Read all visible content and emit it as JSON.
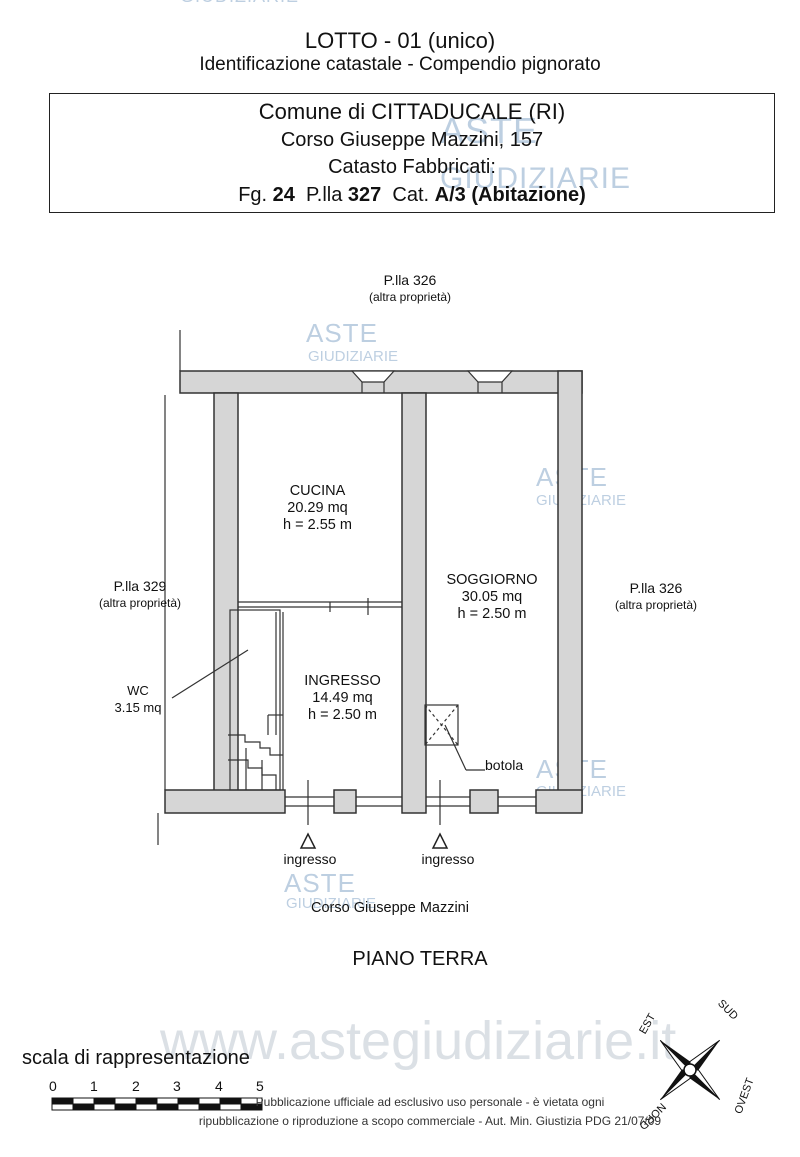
{
  "header": {
    "title": "LOTTO - 01 (unico)",
    "subtitle": "Identificazione catastale - Compendio pignorato"
  },
  "info_box": {
    "comune": "Comune di CITTADUCALE (RI)",
    "indirizzo": "Corso Giuseppe Mazzini, 157",
    "catasto": "Catasto  Fabbricati:",
    "fg_label": "Fg.",
    "fg_value": "24",
    "plla_label": "P.lla",
    "plla_value": "327",
    "cat_label": "Cat.",
    "cat_value": "A/3 (Abitazione)"
  },
  "neighbors": {
    "north_parcel": "P.lla 326",
    "north_note": "(altra proprietà)",
    "west_parcel": "P.lla 329",
    "west_note": "(altra proprietà)",
    "east_parcel": "P.lla 326",
    "east_note": "(altra proprietà)"
  },
  "rooms": {
    "cucina": {
      "name": "CUCINA",
      "area": "20.29 mq",
      "height": "h = 2.55 m"
    },
    "soggiorno": {
      "name": "SOGGIORNO",
      "area": "30.05 mq",
      "height": "h = 2.50 m"
    },
    "ingresso": {
      "name": "INGRESSO",
      "area": "14.49 mq",
      "height": "h = 2.50 m"
    },
    "wc": {
      "name": "WC",
      "area": "3.15 mq"
    }
  },
  "annotations": {
    "botola": "botola",
    "ingresso_left": "ingresso",
    "ingresso_right": "ingresso",
    "street": "Corso Giuseppe Mazzini",
    "floor": "PIANO TERRA"
  },
  "scale": {
    "title": "scala di rappresentazione",
    "ticks": [
      "0",
      "1",
      "2",
      "3",
      "4",
      "5"
    ]
  },
  "compass": {
    "nord": "NORD",
    "sud": "SUD",
    "est": "EST",
    "ovest": "OVEST"
  },
  "watermark": {
    "brand": "ASTE",
    "brand_sub": "GIUDIZIARIE",
    "site": "www.astegiudiziarie.it"
  },
  "disclaimer": {
    "line1": "Pubblicazione ufficiale ad esclusivo uso personale - è vietata ogni",
    "line2": "ripubblicazione o riproduzione a scopo commerciale - Aut. Min. Giustizia PDG 21/07/09"
  },
  "colors": {
    "wall_fill": "#d6d6d6",
    "wall_stroke": "#333333",
    "watermark": "#a8bfd8"
  }
}
